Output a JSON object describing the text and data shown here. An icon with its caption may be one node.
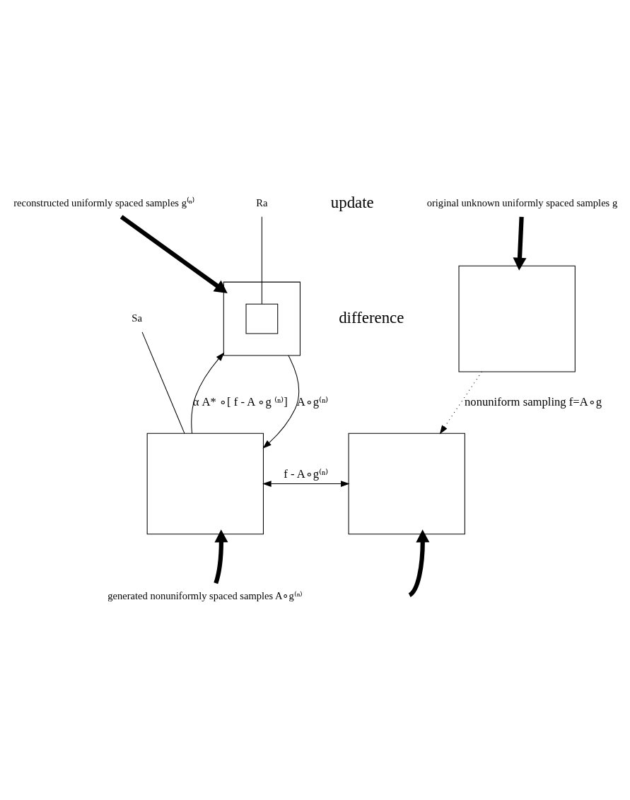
{
  "diagram": {
    "nodes": [
      {
        "text": [
          "reconstructed uniformly spaced samples g⁽ⁿ⁾"
        ]
      },
      {
        "text": [],
        "shape": "box"
      },
      {
        "text": [],
        "shape": "box",
        "in": 1
      },
      {
        "text": [
          "Ra"
        ]
      },
      {
        "text": [
          "original unknown uniformly spaced samples g"
        ]
      },
      {
        "text": [],
        "shape": "box"
      },
      {
        "text": [],
        "shape": "box"
      },
      {
        "text": [
          "Sa"
        ]
      },
      {
        "text": [],
        "shape": "box"
      },
      {
        "text": [
          "generated nonuniformly spaced samples A∘g⁽ⁿ⁾"
        ]
      }
    ],
    "edges": [
      {
        "from": 0,
        "to": 1,
        "arrow": "to",
        "style": "thick"
      },
      {
        "from": 3,
        "to": 2,
        "arrow": "none"
      },
      {
        "from": 4,
        "to": 5,
        "arrow": "to",
        "style": "thick"
      },
      {
        "from": 1,
        "to": 6,
        "arrow": "to",
        "label": "A∘g⁽ⁿ⁾"
      },
      {
        "from": 6,
        "to": 1,
        "arrow": "to",
        "label": "α A* ∘[ f - A ∘g ⁽ⁿ⁾]"
      },
      {
        "from": 5,
        "to": 8,
        "arrow": "to",
        "style": "dashed",
        "label": "nonuniform sampling f=A∘g"
      },
      {
        "from": 6,
        "to": 8,
        "arrow": "both",
        "label": "f - A∘g⁽ⁿ⁾"
      },
      {
        "from": 7,
        "to": 6,
        "arrow": "none"
      },
      {
        "from": 9,
        "to": 6,
        "arrow": "to",
        "style": "thick"
      },
      {
        "from": null,
        "to": 8,
        "arrow": "to",
        "style": "thick"
      }
    ],
    "labels": [
      "update",
      "difference"
    ]
  }
}
